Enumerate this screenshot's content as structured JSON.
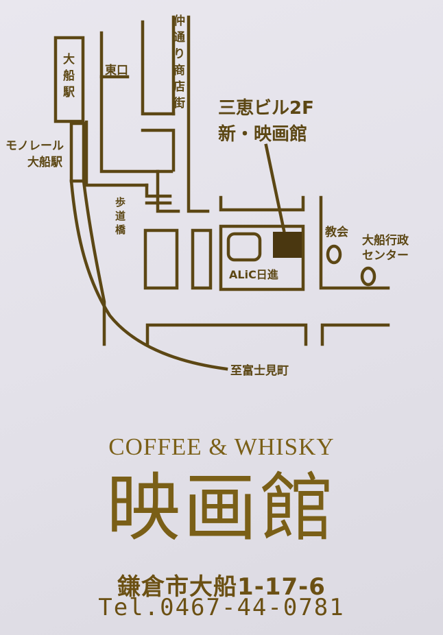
{
  "map": {
    "station_label": "大船駅",
    "east_exit_label": "東口",
    "monorail_label_line1": "モノレール",
    "monorail_label_line2": "大船駅",
    "shopping_street_label": "仲通り商店街",
    "bridge_label": "歩道橋",
    "building_label_line1": "三恵ビル2F",
    "building_label_line2": "新・映画館",
    "alic_label": "ALiC日進",
    "church_label": "教会",
    "admin_center_line1": "大船行政",
    "admin_center_line2": "センター",
    "direction_label": "至富士見町"
  },
  "shop": {
    "tagline": "COFFEE & WHISKY",
    "name": "映画館",
    "address": "鎌倉市大船1-17-6",
    "tel": "Tel.0467-44-0781"
  },
  "colors": {
    "ink": "#5c4714",
    "gold": "#7a5f17",
    "marker": "#4a3710"
  }
}
